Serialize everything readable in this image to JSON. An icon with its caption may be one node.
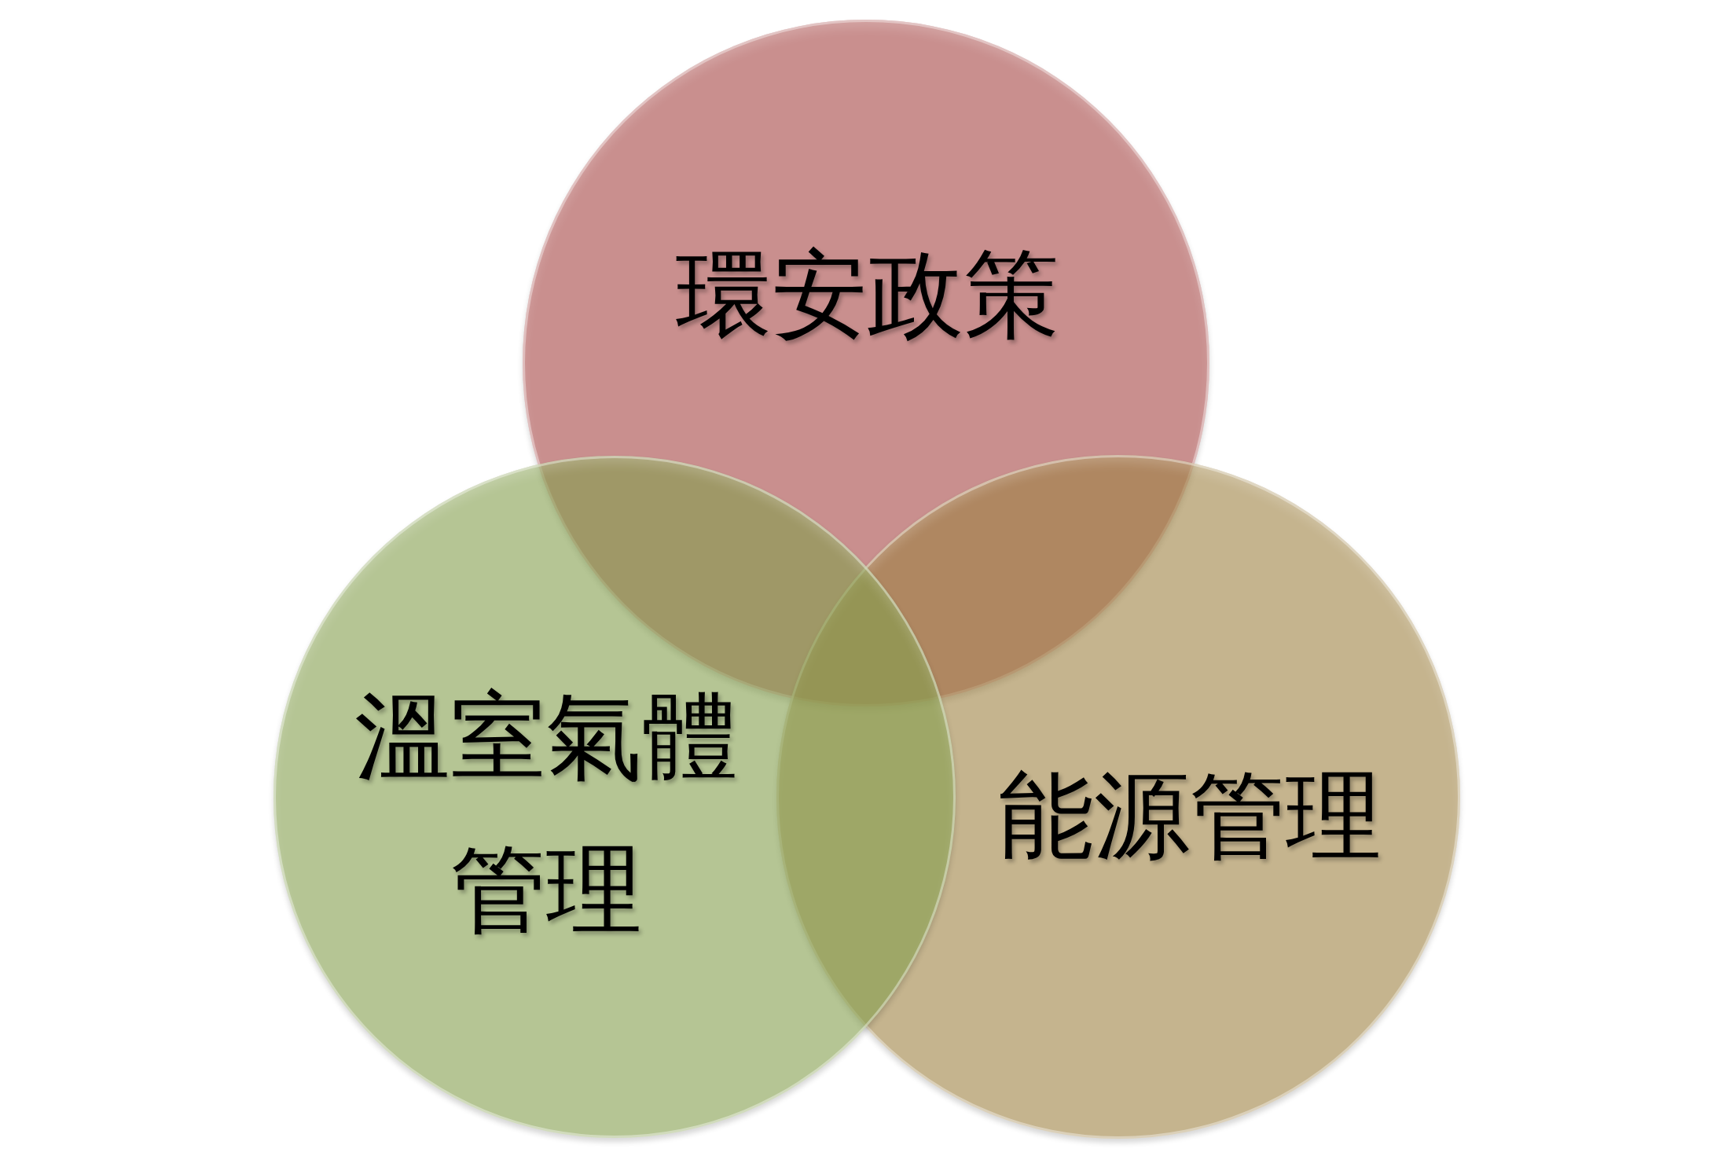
{
  "diagram": {
    "nodes": [
      {
        "text": [
          "環安政策"
        ]
      },
      {
        "text": [
          "溫室氣體管理"
        ]
      },
      {
        "text": [
          "能源管理"
        ]
      }
    ]
  }
}
